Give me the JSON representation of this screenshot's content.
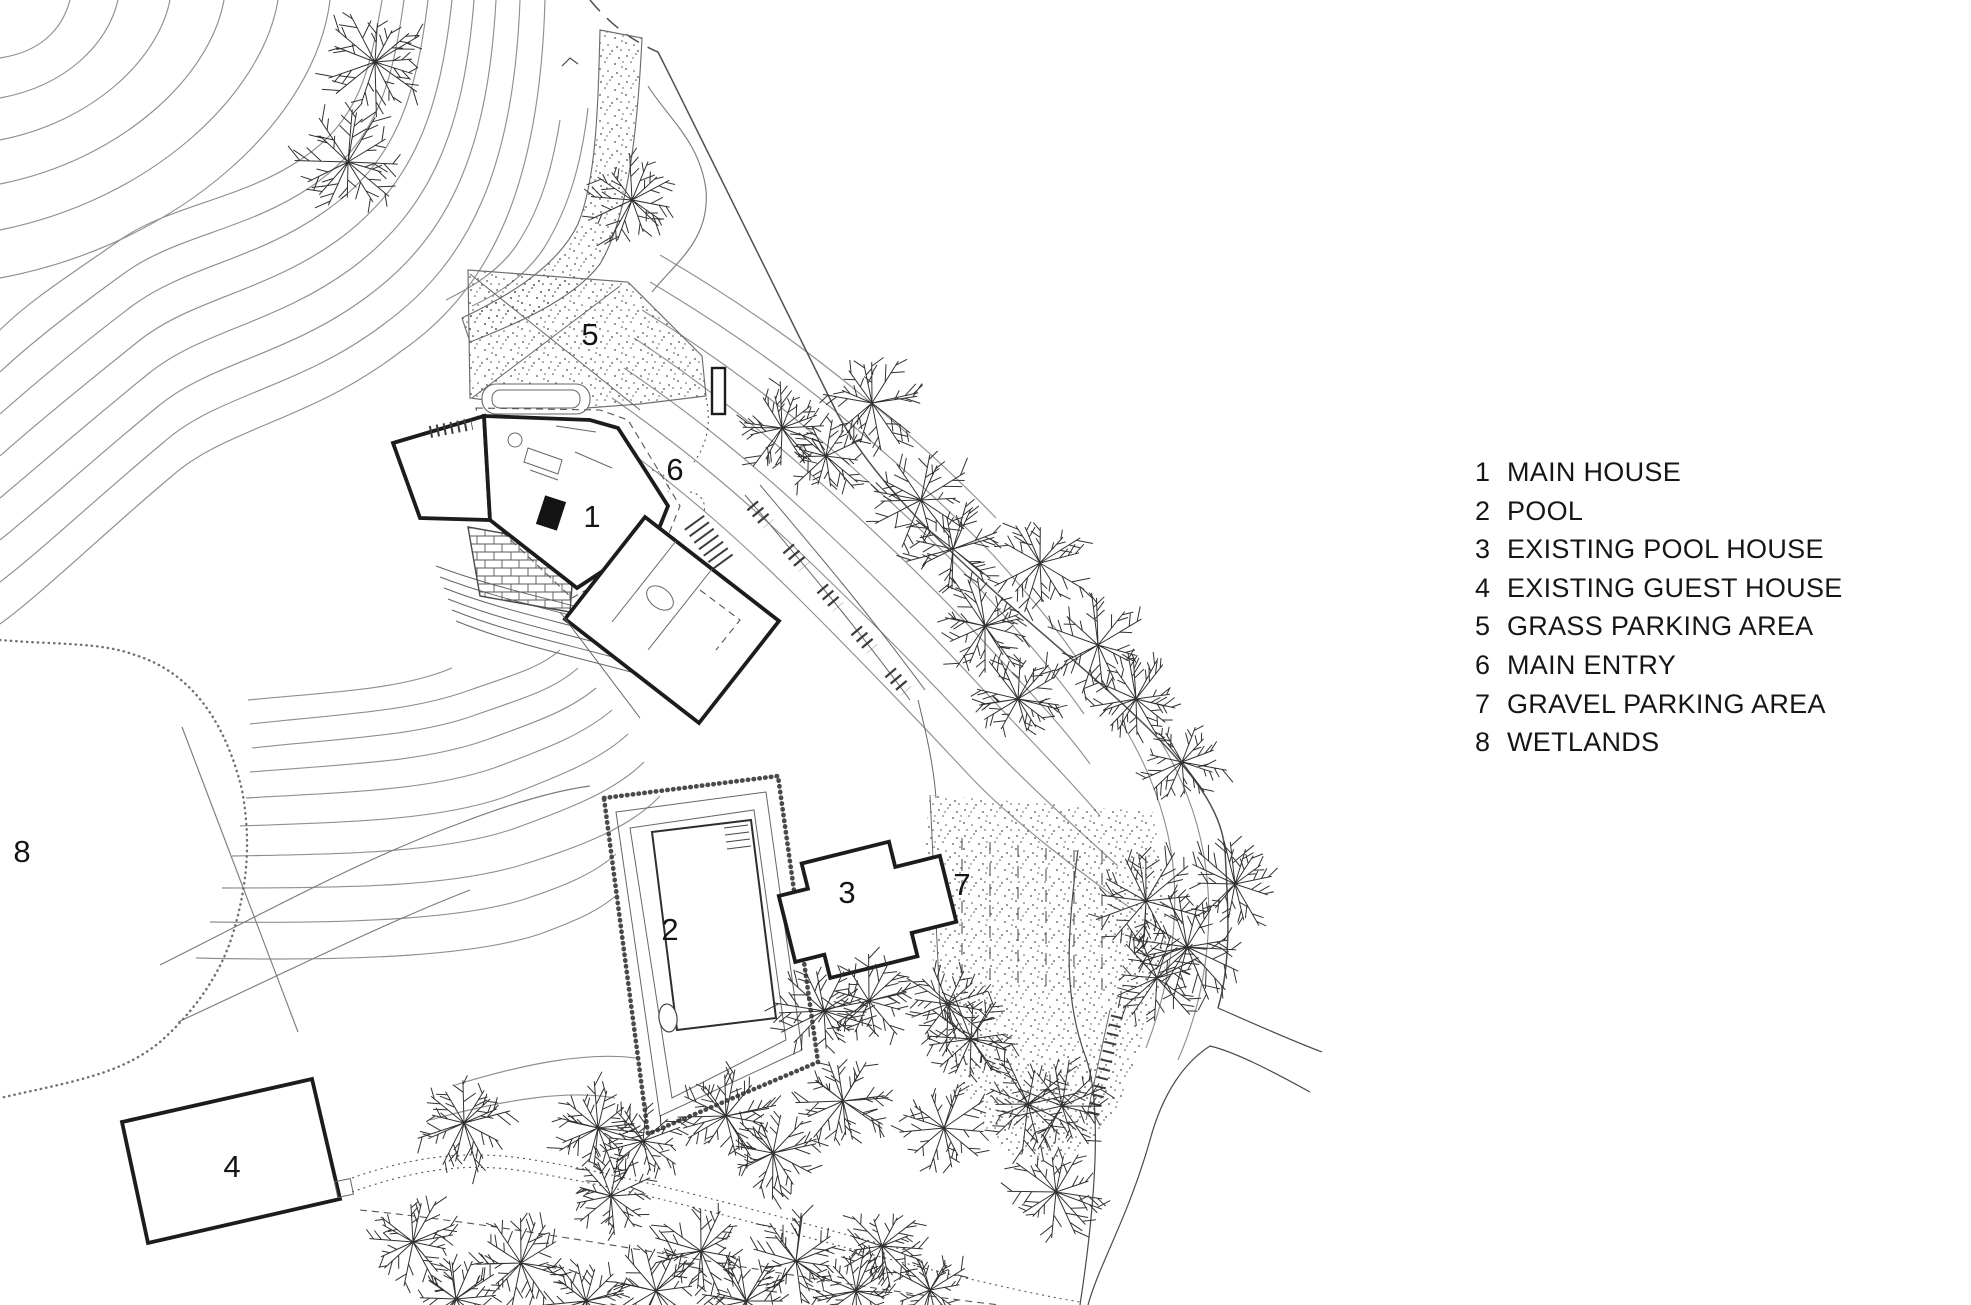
{
  "page": {
    "background": "#ffffff",
    "ink": "#1c1c1c",
    "contour_color": "#8f8f8f"
  },
  "map_labels": [
    {
      "number": "1",
      "feature": "MAIN HOUSE"
    },
    {
      "number": "2",
      "feature": "POOL"
    },
    {
      "number": "3",
      "feature": "EXISTING POOL HOUSE"
    },
    {
      "number": "4",
      "feature": "EXISTING GUEST HOUSE"
    },
    {
      "number": "5",
      "feature": "GRASS PARKING AREA"
    },
    {
      "number": "6",
      "feature": "MAIN ENTRY"
    },
    {
      "number": "7",
      "feature": "GRAVEL PARKING AREA"
    },
    {
      "number": "8",
      "feature": "WETLANDS"
    }
  ],
  "legend": {
    "items": [
      {
        "number": "1",
        "label": "MAIN HOUSE"
      },
      {
        "number": "2",
        "label": "POOL"
      },
      {
        "number": "3",
        "label": "EXISTING POOL HOUSE"
      },
      {
        "number": "4",
        "label": "EXISTING GUEST HOUSE"
      },
      {
        "number": "5",
        "label": "GRASS PARKING AREA"
      },
      {
        "number": "6",
        "label": "MAIN ENTRY"
      },
      {
        "number": "7",
        "label": "GRAVEL PARKING AREA"
      },
      {
        "number": "8",
        "label": "WETLANDS"
      }
    ]
  }
}
